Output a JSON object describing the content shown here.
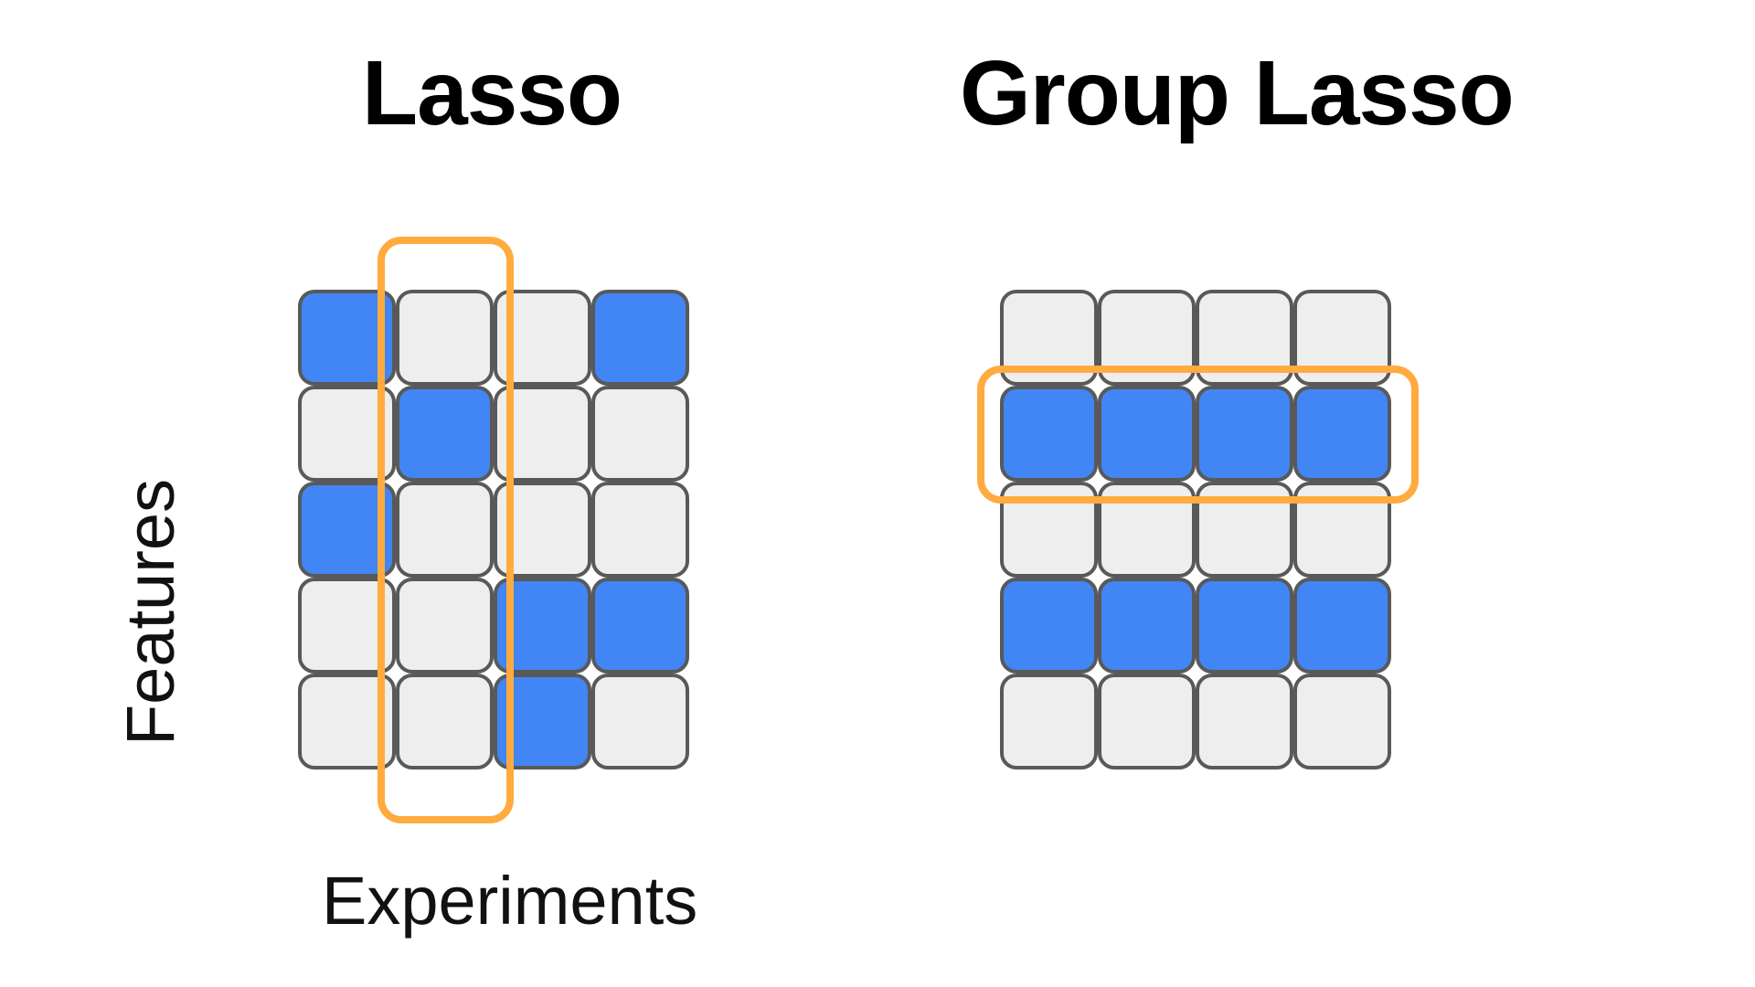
{
  "titles": {
    "lasso": "Lasso",
    "group_lasso": "Group Lasso"
  },
  "axis_labels": {
    "features": "Features",
    "experiments": "Experiments"
  },
  "colors": {
    "selected": "#4285f4",
    "unselected": "#eeeeee",
    "cell_border": "#595959",
    "highlight": "#ffab40",
    "background": "#ffffff"
  },
  "lasso": {
    "rows": 5,
    "cols": 4,
    "matrix": [
      [
        1,
        0,
        0,
        1
      ],
      [
        0,
        1,
        0,
        0
      ],
      [
        1,
        0,
        0,
        0
      ],
      [
        0,
        0,
        1,
        1
      ],
      [
        0,
        0,
        1,
        0
      ]
    ],
    "highlight": {
      "type": "column",
      "index": 1
    }
  },
  "group_lasso": {
    "rows": 5,
    "cols": 4,
    "matrix": [
      [
        0,
        0,
        0,
        0
      ],
      [
        1,
        1,
        1,
        1
      ],
      [
        0,
        0,
        0,
        0
      ],
      [
        1,
        1,
        1,
        1
      ],
      [
        0,
        0,
        0,
        0
      ]
    ],
    "highlight": {
      "type": "row",
      "index": 1
    }
  }
}
